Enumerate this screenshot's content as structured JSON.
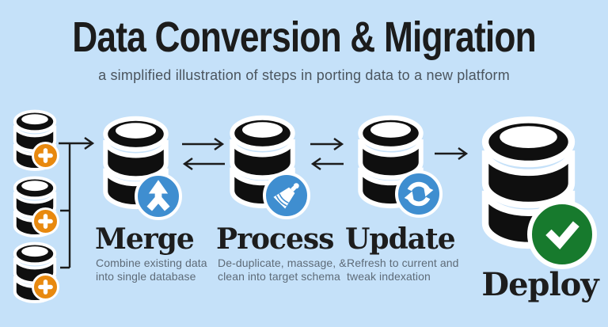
{
  "header": {
    "title": "Data Conversion & Migration",
    "subtitle": "a simplified illustration of steps in porting data to a new platform"
  },
  "sources": {
    "count": 3,
    "description": "three source databases feeding into merge",
    "badge_icon": "plus-icon",
    "badge_color": "#e8890f"
  },
  "stages": [
    {
      "label": "Merge",
      "desc_lines": [
        "Combine existing data",
        "into single database"
      ],
      "badge_icon": "merge-arrows-icon",
      "badge_color": "#3f8ed0"
    },
    {
      "label": "Process",
      "desc_lines": [
        "De-duplicate, massage, &",
        "clean into target schema"
      ],
      "badge_icon": "brush-icon",
      "badge_color": "#3f8ed0"
    },
    {
      "label": "Update",
      "desc_lines": [
        "Refresh to current and",
        "tweak indexation"
      ],
      "badge_icon": "sync-icon",
      "badge_color": "#3f8ed0"
    },
    {
      "label": "Deploy",
      "desc_lines": [],
      "badge_icon": "checkmark-icon",
      "badge_color": "#177a2d"
    }
  ],
  "colors": {
    "background": "#c5e1f9",
    "database": "#0f0f0f",
    "database_outline": "#ffffff",
    "badge_orange": "#e8890f",
    "badge_blue": "#3f8ed0",
    "badge_green": "#177a2d",
    "title_text": "#1c1c1c",
    "subtitle_text": "#4b555e",
    "description_text": "#5e6b78",
    "connector": "#1c1c1c"
  }
}
